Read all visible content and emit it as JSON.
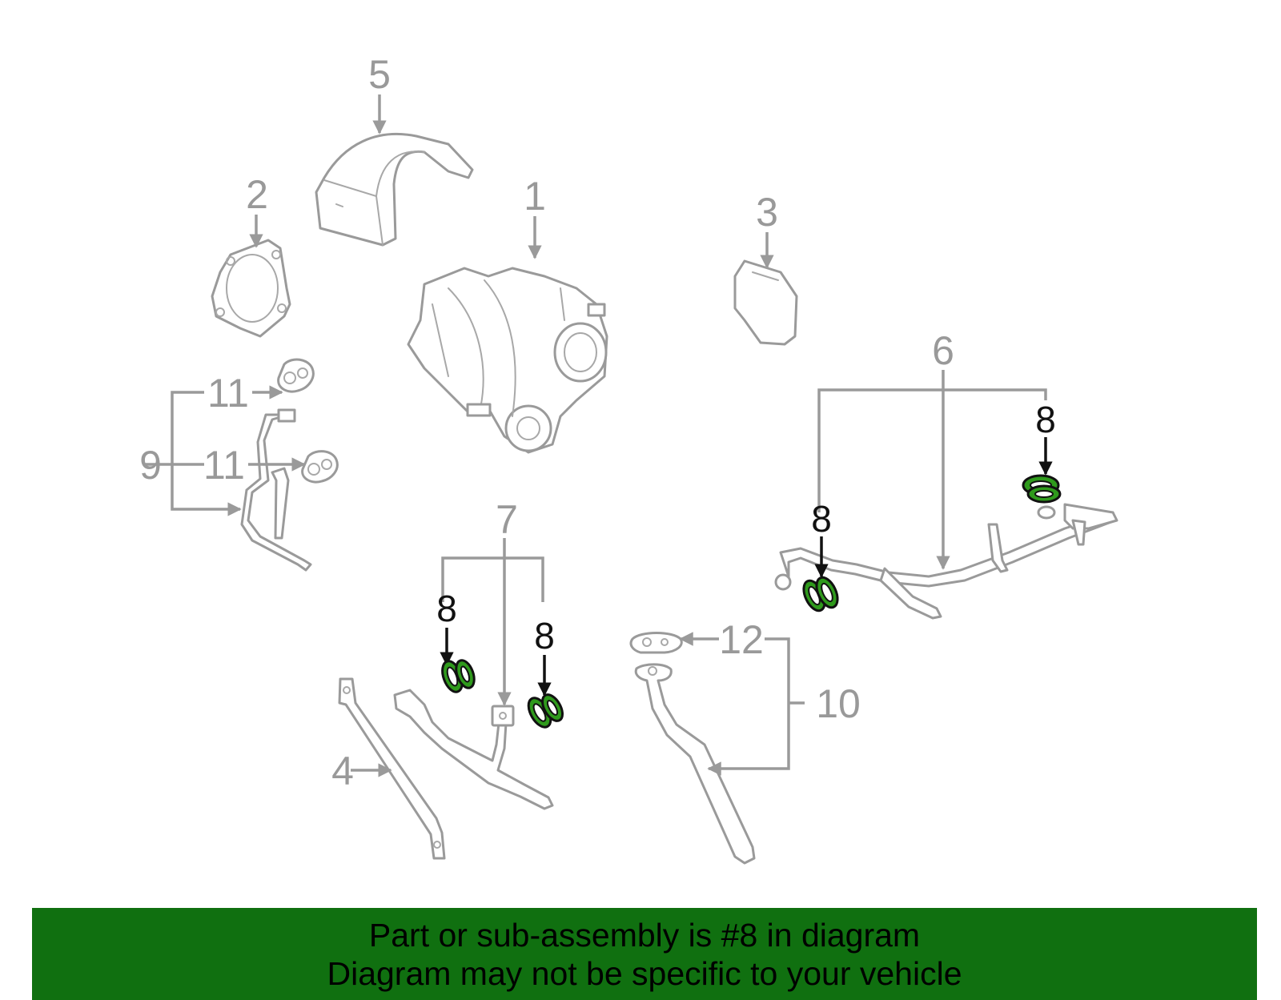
{
  "callouts": {
    "c1": "1",
    "c2": "2",
    "c3": "3",
    "c4": "4",
    "c5": "5",
    "c6": "6",
    "c7": "7",
    "c8": "8",
    "c9": "9",
    "c10": "10",
    "c11": "11",
    "c12": "12"
  },
  "highlight": {
    "part_number": "8",
    "color": "#2f9a1c"
  },
  "banner": {
    "line1": "Part or sub-assembly is #8 in diagram",
    "line2": "Diagram may not be specific to your vehicle",
    "background": "#107010"
  }
}
